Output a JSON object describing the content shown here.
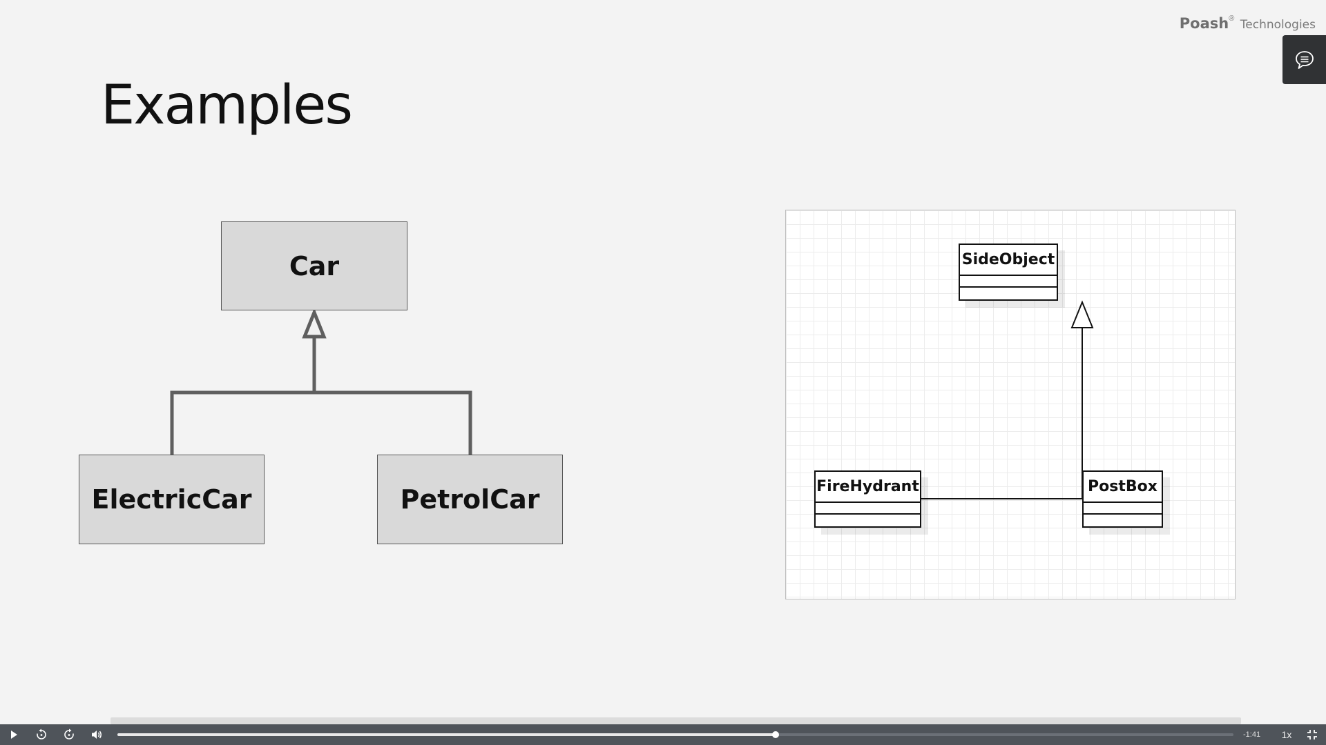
{
  "brand": {
    "name": "Poash",
    "registered": "®",
    "suffix": "Technologies"
  },
  "slide": {
    "title": "Examples",
    "left_diagram": {
      "parent": "Car",
      "children": [
        "ElectricCar",
        "PetrolCar"
      ]
    },
    "right_diagram": {
      "parent": "SideObject",
      "children": [
        "FireHydrant",
        "PostBox"
      ]
    }
  },
  "player": {
    "time_remaining": "-1:41",
    "speed": "1x",
    "progress": 0.59,
    "icons": [
      "play-icon",
      "rewind-icon",
      "forward-icon",
      "volume-icon",
      "exit-fullscreen-icon"
    ]
  },
  "colors": {
    "slide_background": "#f3f3f3",
    "box_fill": "#d9d9d9",
    "connector": "#5f5f5f",
    "player_bar": "#4f545a",
    "chat_button": "#303234"
  }
}
